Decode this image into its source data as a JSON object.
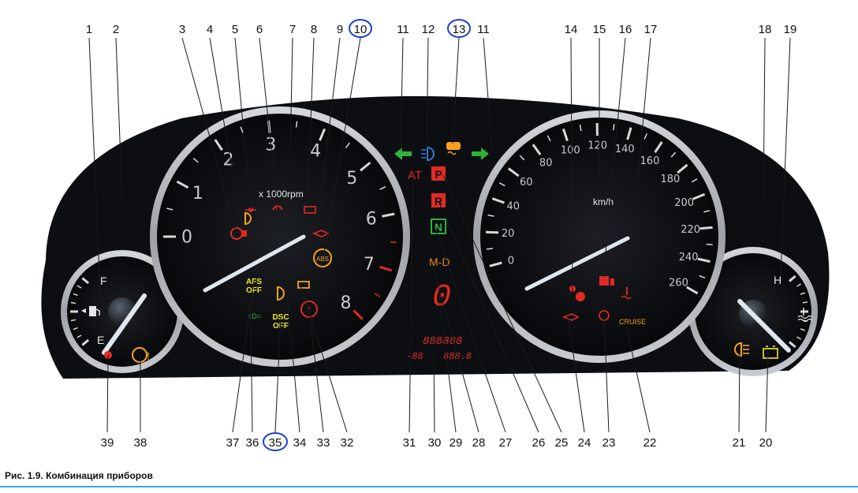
{
  "figure": {
    "caption": "Рис. 1.9. Комбинация приборов",
    "colors": {
      "dash": "#0c0e12",
      "ring": "#b9bcc0",
      "needle": "#dfe6ee",
      "red": "#e32a22",
      "amber": "#f6a21e",
      "green": "#2fb23a",
      "blue": "#2f7bd6",
      "yellow": "#f3ea2a",
      "callout_circle": "#1d3fd3"
    }
  },
  "tachometer": {
    "unit": "x 1000rpm",
    "ticks": [
      "0",
      "1",
      "2",
      "3",
      "4",
      "5",
      "6",
      "7",
      "8"
    ],
    "needle_value": 0
  },
  "speedometer": {
    "unit": "km/h",
    "ticks": [
      "0",
      "20",
      "40",
      "60",
      "80",
      "100",
      "120",
      "140",
      "160",
      "180",
      "200",
      "220",
      "240",
      "260"
    ],
    "needle_value": 0
  },
  "fuel_gauge": {
    "labels": [
      "F",
      "E"
    ],
    "level": 0
  },
  "temp_gauge": {
    "labels": [
      "H"
    ],
    "level": 0
  },
  "indicators": {
    "at": "AT",
    "gear_p": "P",
    "gear_r": "R",
    "gear_n": "N",
    "md": "M-D",
    "gear_digit": "0",
    "afs_off": "AFS\nOFF",
    "dsc_off": "DSC\nOFF",
    "cruise": "CRUISE",
    "abs": "ABS",
    "odometer": "888888",
    "trip_left": "-88",
    "trip_right": "888.8"
  },
  "callouts": {
    "top": [
      "1",
      "2",
      "3",
      "4",
      "5",
      "6",
      "7",
      "8",
      "9",
      "10",
      "11",
      "12",
      "13",
      "11",
      "14",
      "15",
      "16",
      "17",
      "18",
      "19"
    ],
    "bottom": [
      "39",
      "38",
      "37",
      "36",
      "35",
      "34",
      "33",
      "32",
      "31",
      "30",
      "29",
      "28",
      "27",
      "26",
      "25",
      "24",
      "23",
      "22",
      "21",
      "20"
    ],
    "circled": [
      "10",
      "13",
      "35"
    ]
  }
}
